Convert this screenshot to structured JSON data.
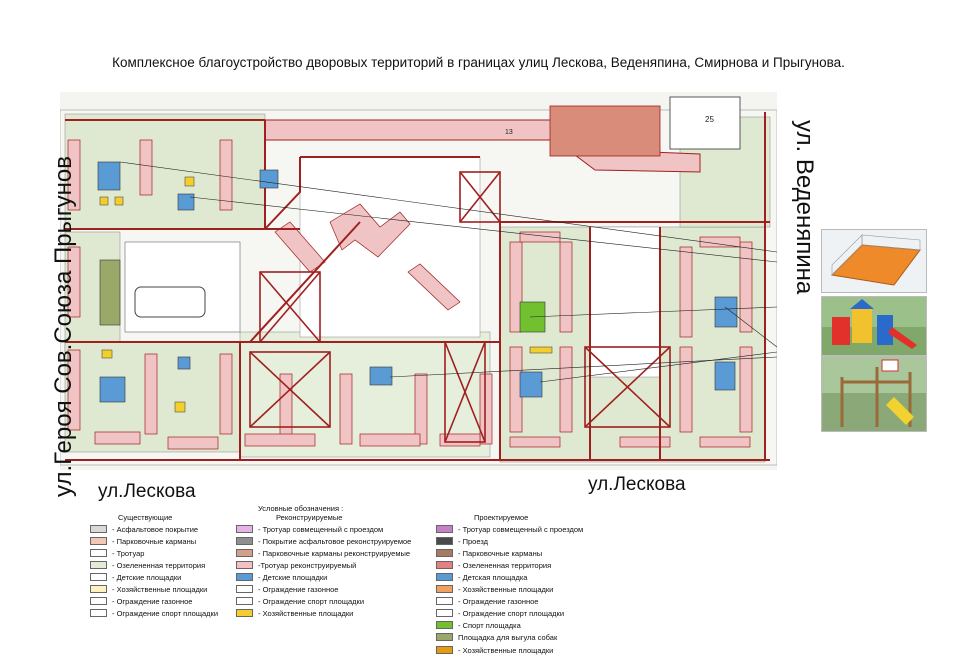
{
  "title": "Комплексное благоустройство дворовых территорий в границах улиц Лескова, Веденяпина, Смирнова и Прыгунова.",
  "streets": {
    "left": "ул.Героя Сов.Союза Прыгунов",
    "right": "ул. Веденяпина",
    "bottom_left": "ул.Лескова",
    "bottom_right": "ул.Лескова"
  },
  "building_numbers": [
    "25",
    "13"
  ],
  "photos": [
    {
      "name": "sports-court-render"
    },
    {
      "name": "playground-photo"
    },
    {
      "name": "climbing-frame-photo"
    }
  ],
  "legend": {
    "heading": "Условные обозначения :",
    "columns": [
      {
        "header": "Существующие",
        "items": [
          {
            "label": "- Асфальтовое покрытие",
            "color": "#d9d9d9"
          },
          {
            "label": "- Парковочные карманы",
            "color": "#f2c8b4"
          },
          {
            "label": "- Тротуар",
            "color": "#ffffff"
          },
          {
            "label": "- Озелененная территория",
            "color": "#e2ecd4"
          },
          {
            "label": "- Детские площадки",
            "color": "#ffffff"
          },
          {
            "label": "- Хозяйственные площадки",
            "color": "#fff2c2"
          },
          {
            "label": "- Ограждение газонное",
            "color": "#ffffff"
          },
          {
            "label": "- Ограждение спорт площадки",
            "color": "#ffffff"
          }
        ]
      },
      {
        "header": "Реконструируемые",
        "items": [
          {
            "label": "- Тротуар совмещенный с проездом",
            "color": "#e7b3e7"
          },
          {
            "label": "- Покрытие асфальтовое реконструируемое",
            "color": "#8f8f8f"
          },
          {
            "label": "- Парковочные карманы реконструируемые",
            "color": "#d3a08a"
          },
          {
            "label": "-Тротуар реконструируемый",
            "color": "#f3c1c1"
          },
          {
            "label": "- Детские площадки",
            "color": "#5b9bd5"
          },
          {
            "label": "- Ограждение газонное",
            "color": "#ffffff"
          },
          {
            "label": "- Ограждение спорт площадки",
            "color": "#ffffff"
          },
          {
            "label": "- Хозяйственные площадки",
            "color": "#f2cf2e"
          }
        ]
      },
      {
        "header": "Проектируемое",
        "items": [
          {
            "label": "- Тротуар совмещенный с проездом",
            "color": "#c77fc7"
          },
          {
            "label": "- Проезд",
            "color": "#4a4a4a"
          },
          {
            "label": "- Парковочные карманы",
            "color": "#a87a63"
          },
          {
            "label": "- Озелененная территория",
            "color": "#e58080"
          },
          {
            "label": "- Детская площадка",
            "color": "#5b9bd5"
          },
          {
            "label": "- Хозяйственные площадки",
            "color": "#f0a060"
          },
          {
            "label": "- Ограждение газонное",
            "color": "#ffffff"
          },
          {
            "label": "- Ограждение спорт площадки",
            "color": "#ffffff"
          },
          {
            "label": "- Спорт площадка",
            "color": "#70c030"
          },
          {
            "label": "Площадка для выгула собак",
            "color": "#9aa86a"
          },
          {
            "label": "- Хозяйственные площадки",
            "color": "#e59a10"
          }
        ]
      }
    ]
  },
  "colors": {
    "building": "#f0c4c4",
    "road_red": "#a02020",
    "green": "#dfe9d2",
    "playground": "#5b9bd5",
    "sport": "#70c030",
    "yellow": "#f2cf2e"
  }
}
